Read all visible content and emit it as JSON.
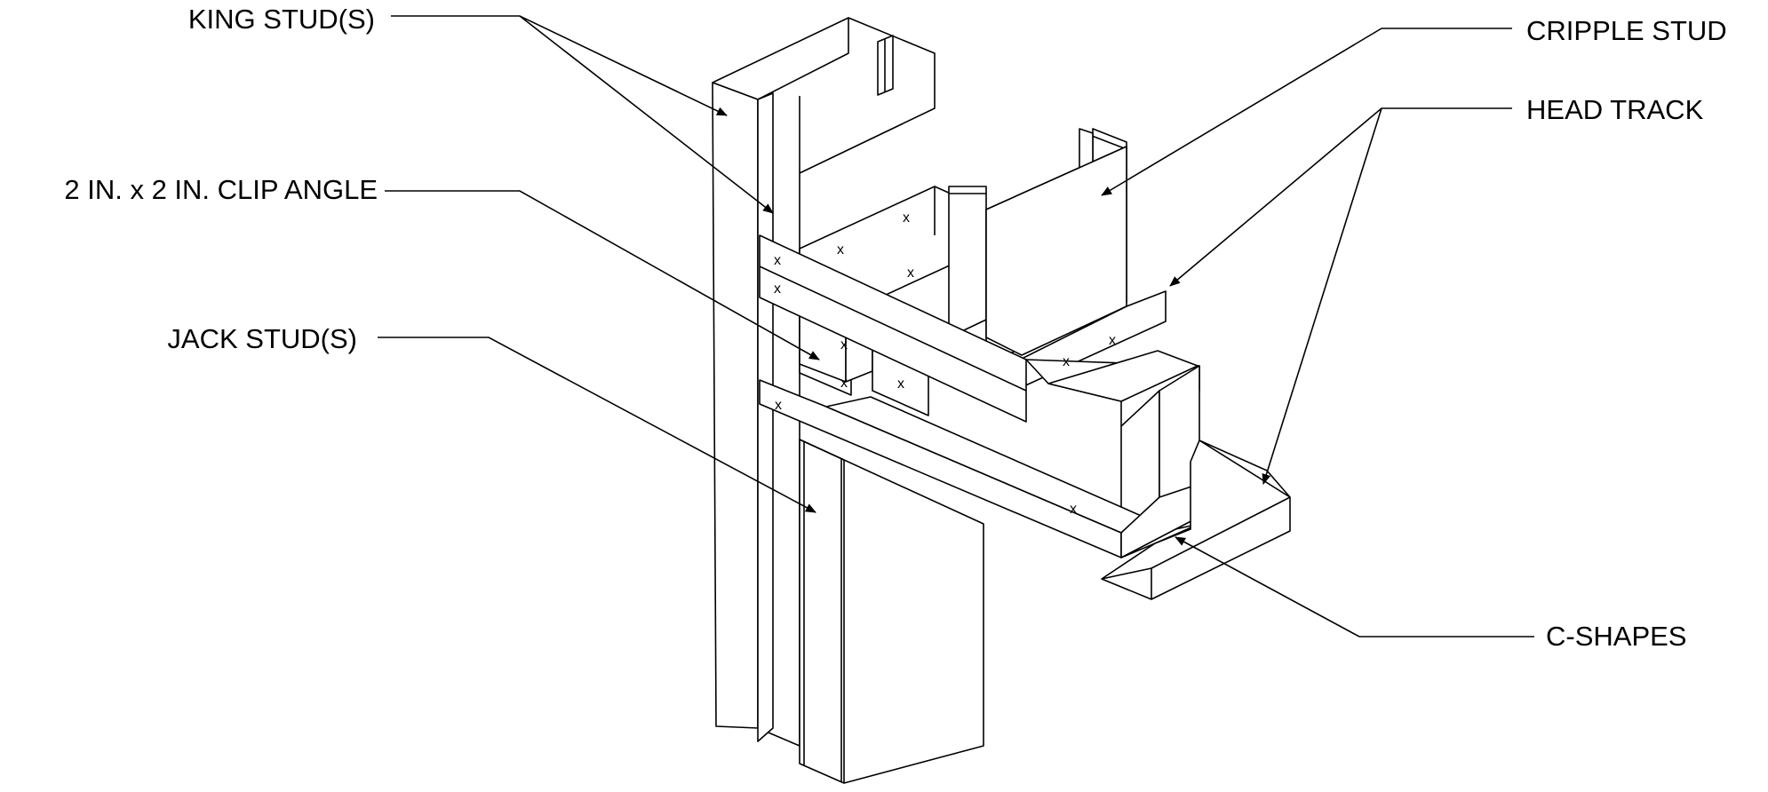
{
  "labels": {
    "king_studs": "KING STUD(S)",
    "clip_angle": "2 IN. x 2 IN. CLIP ANGLE",
    "jack_studs": "JACK STUD(S)",
    "cripple_stud": "CRIPPLE STUD",
    "head_track": "HEAD TRACK",
    "c_shapes": "C-SHAPES"
  },
  "colors": {
    "line": "#000000",
    "background": "#ffffff"
  },
  "screw_mark": "x"
}
